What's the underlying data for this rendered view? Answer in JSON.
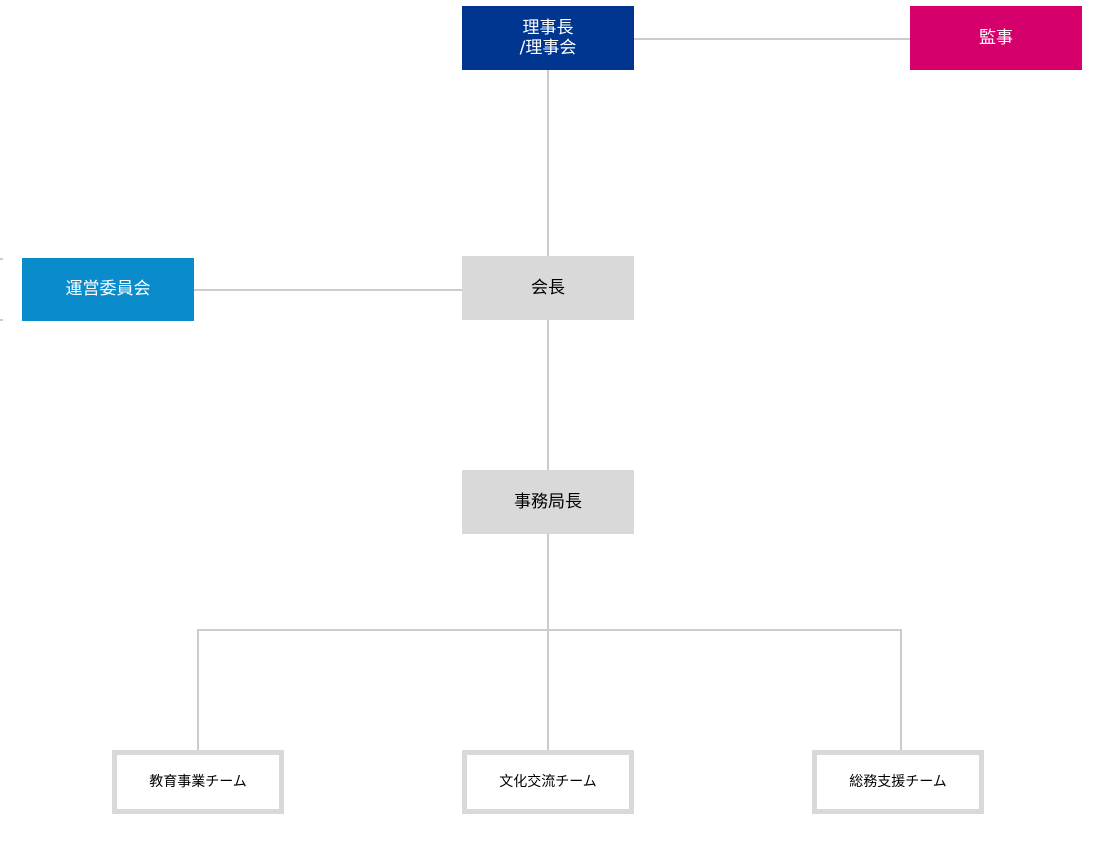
{
  "colors": {
    "chair_board": "#00368f",
    "auditor": "#d5006b",
    "steering_committee": "#0a8ccc",
    "gray_box": "#d9d9d9",
    "connector": "#cccccc"
  },
  "nodes": {
    "chair_board": "理事長\n/理事会",
    "auditor": "監事",
    "steering_committee": "運営委員会",
    "president": "会長",
    "secretary_general": "事務局長"
  },
  "teams": [
    "教育事業チーム",
    "文化交流チーム",
    "総務支援チーム"
  ]
}
